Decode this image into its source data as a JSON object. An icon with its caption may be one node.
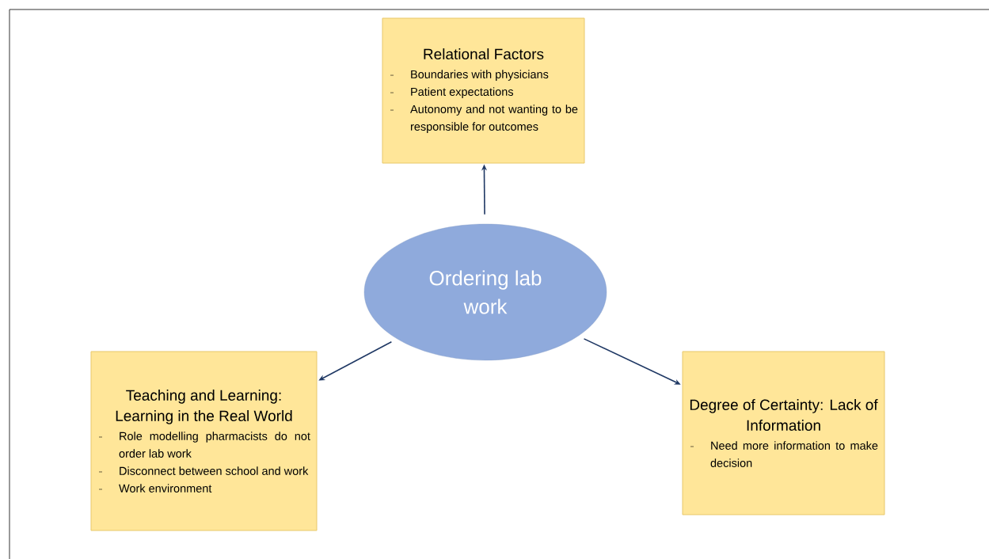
{
  "diagram": {
    "nodes": [
      {
        "text": [
          "Ordering lab work"
        ]
      },
      {
        "text": [
          "Relational Factors",
          "Boundaries with physicians",
          "Patient expectations",
          "Autonomy and not wanting to be responsible for outcomes"
        ]
      },
      {
        "text": [
          "Teaching and Learning: Learning in the Real World",
          "Role modelling pharmacists do not order lab work",
          "Disconnect between school and work",
          "Work environment"
        ]
      },
      {
        "text": [
          "Degree of Certainty: Lack of Information",
          "Need more information to make decision"
        ]
      }
    ],
    "edges": [
      {
        "from": 0,
        "to": 1,
        "arrow": "to"
      },
      {
        "from": 0,
        "to": 2,
        "arrow": "to"
      },
      {
        "from": 0,
        "to": 3,
        "arrow": "to"
      }
    ]
  }
}
